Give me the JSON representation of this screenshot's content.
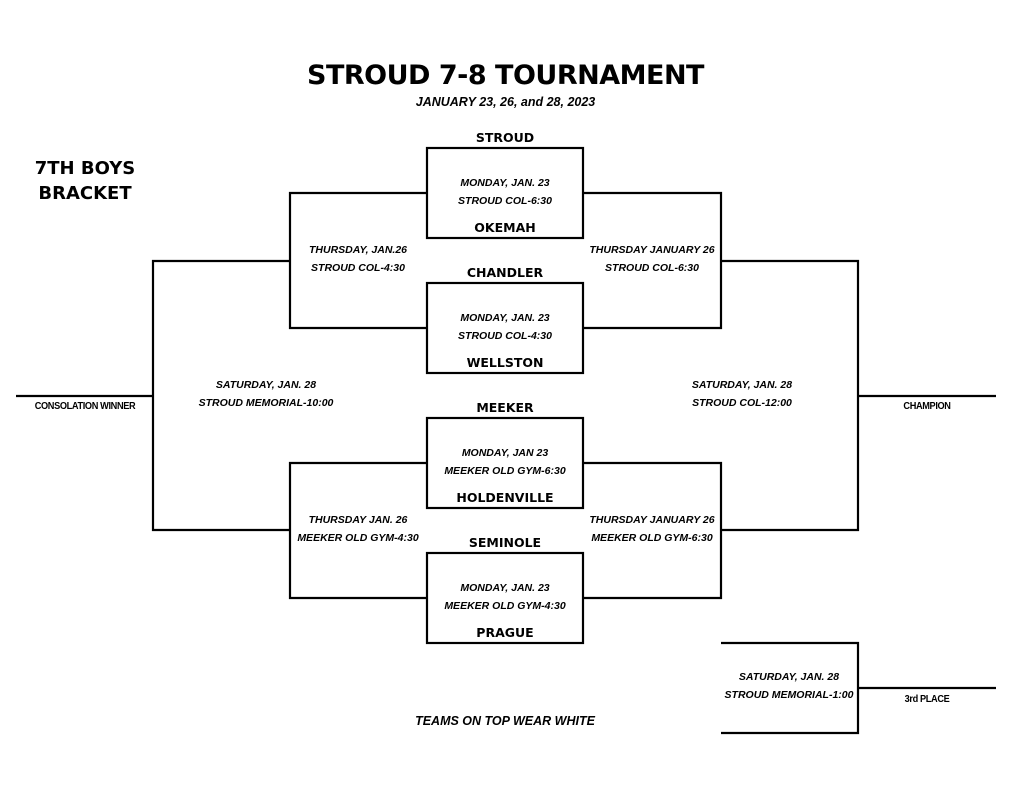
{
  "title": "STROUD 7-8 TOURNAMENT",
  "subtitle": "JANUARY 23, 26, and 28, 2023",
  "bracket_label": [
    "7TH BOYS",
    "BRACKET"
  ],
  "teams": {
    "t1": "STROUD",
    "t2": "OKEMAH",
    "t3": "CHANDLER",
    "t4": "WELLSTON",
    "t5": "MEEKER",
    "t6": "HOLDENVILLE",
    "t7": "SEMINOLE",
    "t8": "PRAGUE"
  },
  "first_round": [
    {
      "day": "MONDAY, JAN. 23",
      "site": "STROUD COL-6:30"
    },
    {
      "day": "MONDAY, JAN. 23",
      "site": "STROUD COL-4:30"
    },
    {
      "day": "MONDAY, JAN 23",
      "site": "MEEKER OLD GYM-6:30"
    },
    {
      "day": "MONDAY, JAN. 23",
      "site": "MEEKER OLD GYM-4:30"
    }
  ],
  "consolation_semis": [
    {
      "day": "THURSDAY, JAN.26",
      "site": "STROUD COL-4:30"
    },
    {
      "day": "THURSDAY JAN. 26",
      "site": "MEEKER OLD GYM-4:30"
    }
  ],
  "championship_semis": [
    {
      "day": "THURSDAY JANUARY 26",
      "site": "STROUD COL-6:30"
    },
    {
      "day": "THURSDAY JANUARY 26",
      "site": "MEEKER OLD GYM-6:30"
    }
  ],
  "consolation_final": {
    "day": "SATURDAY, JAN. 28",
    "site": "STROUD MEMORIAL-10:00",
    "label": "CONSOLATION WINNER"
  },
  "championship_final": {
    "day": "SATURDAY, JAN. 28",
    "site": "STROUD COL-12:00",
    "label": "CHAMPION"
  },
  "third_place": {
    "day": "SATURDAY, JAN. 28",
    "site": "STROUD MEMORIAL-1:00",
    "label": "3rd PLACE"
  },
  "note": "TEAMS ON TOP WEAR WHITE"
}
